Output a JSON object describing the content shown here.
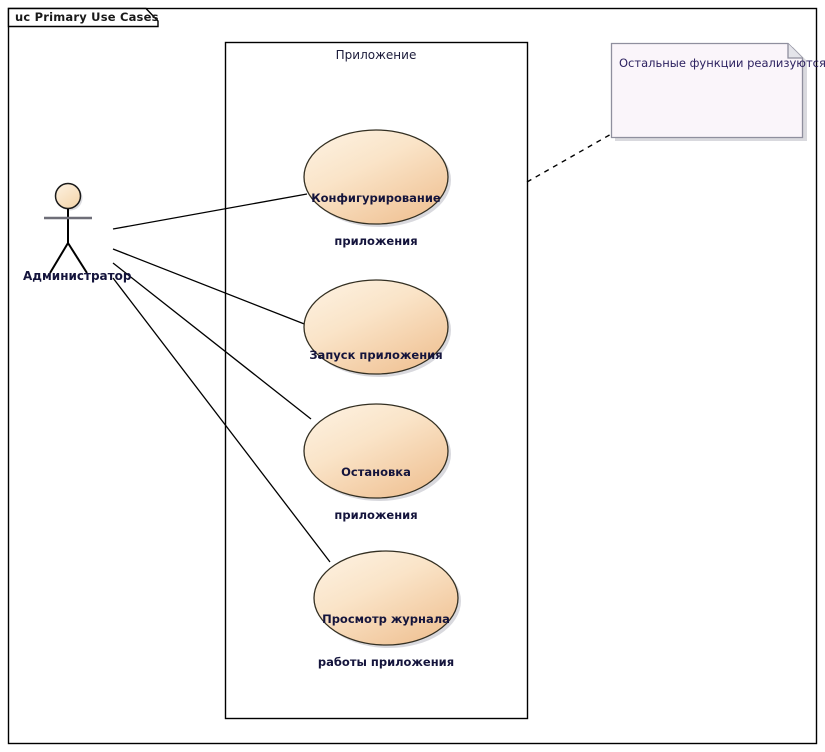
{
  "diagram": {
    "kind": "uml-use-case-diagram",
    "frame_label": "uc Primary Use Cases",
    "boundary_label": "Приложение",
    "actor": {
      "name": "Администратор",
      "icon": "stick-figure-actor-icon"
    },
    "use_cases": [
      {
        "id": "uc-configure",
        "line1": "Конфигурирование",
        "line2": "приложения"
      },
      {
        "id": "uc-start",
        "line1": "Запуск приложения",
        "line2": ""
      },
      {
        "id": "uc-stop",
        "line1": "Остановка",
        "line2": "приложения"
      },
      {
        "id": "uc-view-log",
        "line1": "Просмотр журнала",
        "line2": "работы приложения"
      }
    ],
    "note": {
      "text": "Остальные функции реализуются иными средствами и не предоставляются разрабатываемым приложением"
    },
    "associations": [
      {
        "from": "Администратор",
        "to": "Конфигурирование приложения"
      },
      {
        "from": "Администратор",
        "to": "Запуск приложения"
      },
      {
        "from": "Администратор",
        "to": "Остановка приложения"
      },
      {
        "from": "Администратор",
        "to": "Просмотр журнала работы приложения"
      }
    ],
    "colors": {
      "use_case_fill_light": "#fdf1df",
      "use_case_fill_dark": "#f2cda0",
      "use_case_stroke": "#332f22",
      "note_fill": "#faf5fa",
      "note_stroke": "#8f8f9e",
      "line": "#000000",
      "shadow": "#b9b9c2"
    }
  }
}
